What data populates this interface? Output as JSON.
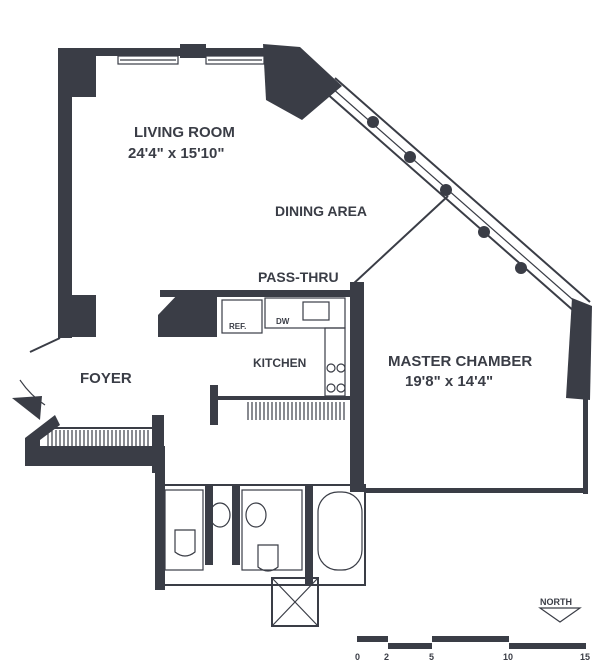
{
  "rooms": {
    "living_room": {
      "name": "LIVING ROOM",
      "size": "24'4\" x 15'10\""
    },
    "dining_area": {
      "name": "DINING AREA"
    },
    "pass_thru": {
      "name": "PASS-THRU"
    },
    "kitchen": {
      "name": "KITCHEN"
    },
    "foyer": {
      "name": "FOYER"
    },
    "master_chamber": {
      "name": "MASTER CHAMBER",
      "size": "19'8\" x 14'4\""
    }
  },
  "appliances": {
    "refrigerator": "REF.",
    "dishwasher": "DW"
  },
  "compass": {
    "label": "NORTH"
  },
  "scale": {
    "ticks": [
      "0",
      "2",
      "5",
      "10",
      "15"
    ]
  },
  "colors": {
    "ink": "#3a3d46",
    "paper": "#ffffff"
  }
}
